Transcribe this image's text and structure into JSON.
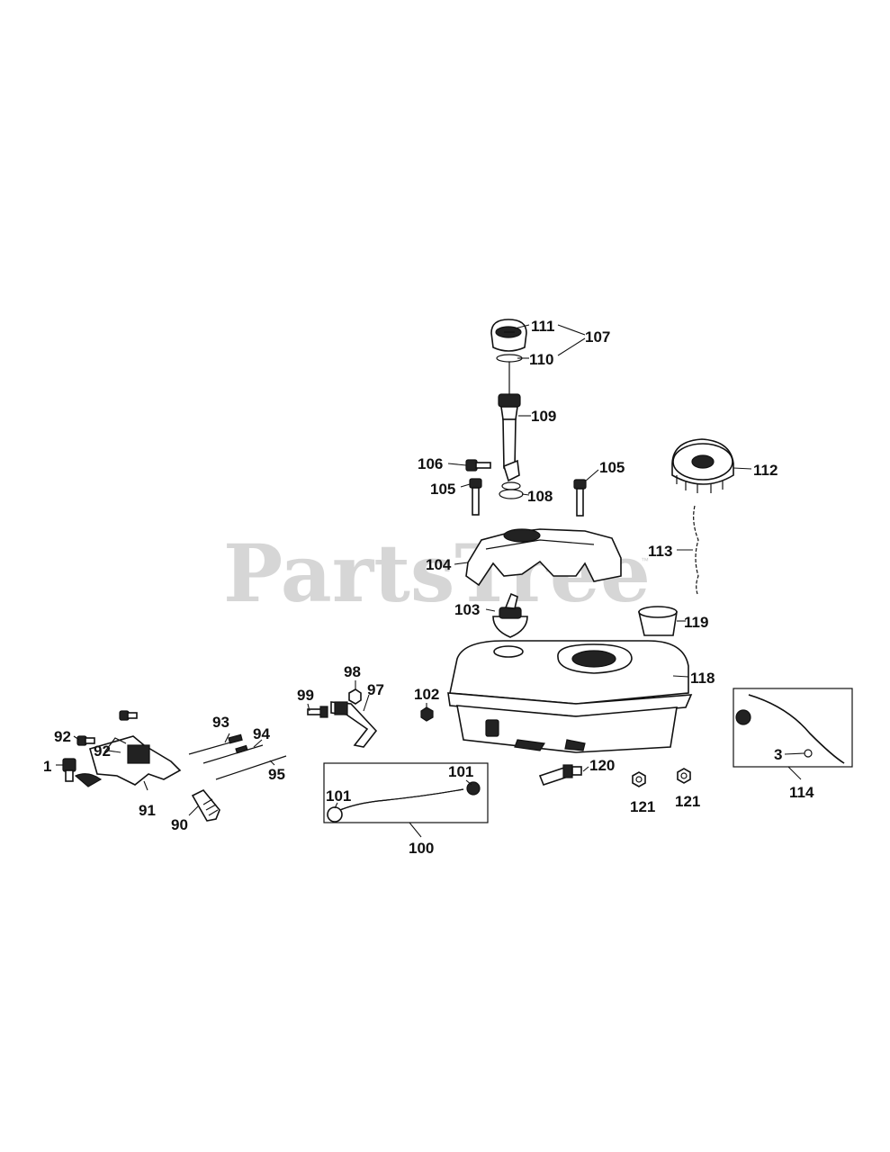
{
  "watermark": {
    "text": "PartsTree",
    "mark": "™"
  },
  "callouts": {
    "c111": "111",
    "c107": "107",
    "c110": "110",
    "c109": "109",
    "c106": "106",
    "c105a": "105",
    "c105b": "105",
    "c108": "108",
    "c112": "112",
    "c113": "113",
    "c104": "104",
    "c103": "103",
    "c119": "119",
    "c118": "118",
    "c98": "98",
    "c99": "99",
    "c97": "97",
    "c102": "102",
    "c93": "93",
    "c92a": "92",
    "c92b": "92",
    "c94": "94",
    "c1": "1",
    "c95": "95",
    "c91": "91",
    "c90": "90",
    "c101a": "101",
    "c101b": "101",
    "c100": "100",
    "c120": "120",
    "c121a": "121",
    "c121b": "121",
    "c3": "3",
    "c114": "114"
  },
  "colors": {
    "ink": "#111111",
    "watermark": "#cfcfcf",
    "background": "#ffffff"
  }
}
